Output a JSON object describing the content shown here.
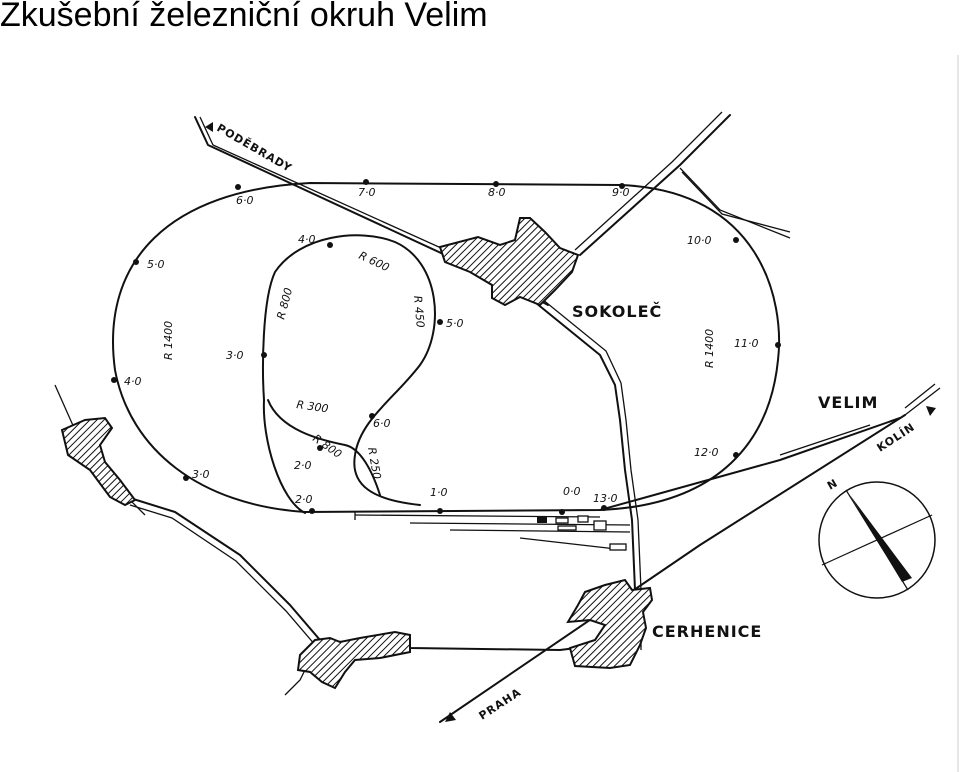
{
  "title": "Zkušební železniční okruh Velim",
  "places": {
    "sokolec": "SOKOLEČ",
    "velim": "VELIM",
    "cerhenice": "CERHENICE"
  },
  "directions": {
    "podebrady": "PODĚBRADY",
    "kolin": "KOLÍN",
    "praha": "PRAHA"
  },
  "compass": {
    "north": "N"
  },
  "large_loop_km": {
    "k00": "0·0",
    "k10": "1·0",
    "k20": "2·0",
    "k30": "3·0",
    "k40": "4·0",
    "k50": "5·0",
    "k60": "6·0",
    "k70": "7·0",
    "k80": "8·0",
    "k90": "9·0",
    "k100": "10·0",
    "k110": "11·0",
    "k120": "12·0",
    "k130": "13·0"
  },
  "small_loop_km": {
    "k20": "2·0",
    "k30": "3·0",
    "k40": "4·0",
    "k50": "5·0",
    "k60": "6·0"
  },
  "radii": {
    "r1400_west": "R 1400",
    "r1400_east": "R 1400",
    "r800_west": "R 800",
    "r600": "R 600",
    "r450": "R 450",
    "r300": "R 300",
    "r800_south": "R 800",
    "r250": "R 250"
  },
  "colors": {
    "ink": "#111111",
    "background": "#ffffff"
  }
}
